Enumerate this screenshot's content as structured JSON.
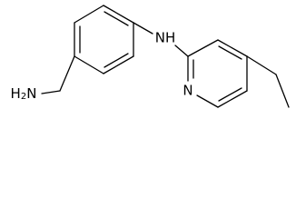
{
  "structure": {
    "atoms": {
      "amine_group": {
        "prefix": "H",
        "subscript": "2",
        "element": "N"
      },
      "linker_nh": "NH",
      "pyridine_n": "N"
    },
    "colors": {
      "bond": "#000000",
      "label": "#000000",
      "background": "#ffffff"
    }
  }
}
